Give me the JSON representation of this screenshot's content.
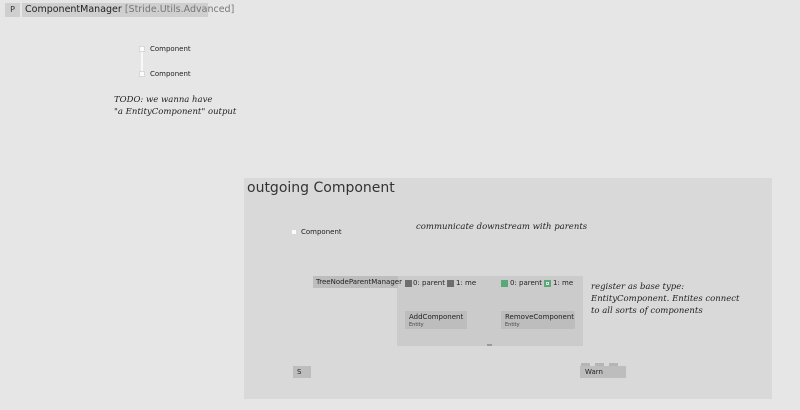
{
  "header": {
    "p_button": "P",
    "title": "ComponentManager",
    "namespace": "[Stride.Utils.Advanced]"
  },
  "top_pins": {
    "input_label": "Component",
    "output_label": "Component"
  },
  "todo_note": {
    "line1": "TODO: we wanna have",
    "line2": "\"a EntityComponent\" output"
  },
  "group": {
    "title": "outgoing Component",
    "component_pin": "Component",
    "note_downstream": "communicate downstream with parents",
    "note_register_1": "register as base type:",
    "note_register_2": "EntityComponent. Entites connect",
    "note_register_3": "to all sorts of components",
    "tree_node_parent_manager": "TreeNodeParentManager",
    "add": {
      "pin0": "0: parent",
      "pin1": "1: me",
      "label": "AddComponent",
      "sublabel": "Entity"
    },
    "remove": {
      "pin0": "0: parent",
      "pin1": "1: me",
      "label": "RemoveComponent",
      "sublabel": "Entity"
    },
    "s_node": "S",
    "warn_node": "Warn"
  },
  "colors": {
    "background": "#e6e6e6",
    "group": "#d9d9d9",
    "node": "#bdbdbd",
    "accent_orange": "#f0a030",
    "pin_gray": "#6e6e6e",
    "pin_green": "#5aa878"
  }
}
